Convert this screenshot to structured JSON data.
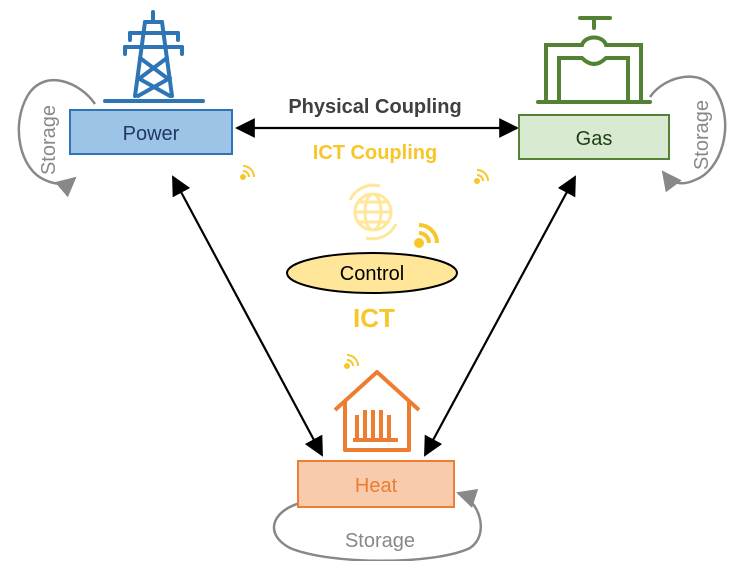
{
  "nodes": {
    "power": {
      "label": "Power",
      "fill": "#9dc3e6",
      "stroke": "#2e75b6"
    },
    "gas": {
      "label": "Gas",
      "fill": "#d9ead3",
      "stroke": "#548235"
    },
    "heat": {
      "label": "Heat",
      "fill": "#f8cbad",
      "stroke": "#ed7d31"
    },
    "control": {
      "label": "Control",
      "fill": "#ffe699",
      "stroke": "#000000"
    }
  },
  "storage": {
    "power": "Storage",
    "gas": "Storage",
    "heat": "Storage"
  },
  "couplings": {
    "physical": "Physical Coupling",
    "ict": "ICT Coupling"
  },
  "ict_label": "ICT",
  "colors": {
    "power_icon": "#2e75b6",
    "gas_icon": "#548235",
    "heat_icon": "#ed7d31",
    "ict": "#f7c628",
    "storage": "#888888",
    "physical_text": "#404040"
  }
}
